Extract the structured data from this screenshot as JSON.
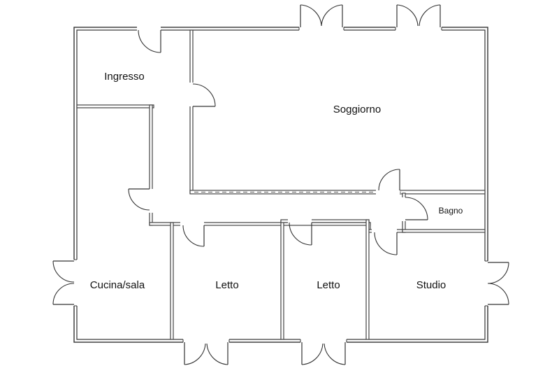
{
  "rooms": {
    "ingresso": "Ingresso",
    "soggiorno": "Soggiorno",
    "bagno": "Bagno",
    "cucina": "Cucina/sala",
    "letto_1": "Letto",
    "letto_2": "Letto",
    "studio": "Studio"
  }
}
